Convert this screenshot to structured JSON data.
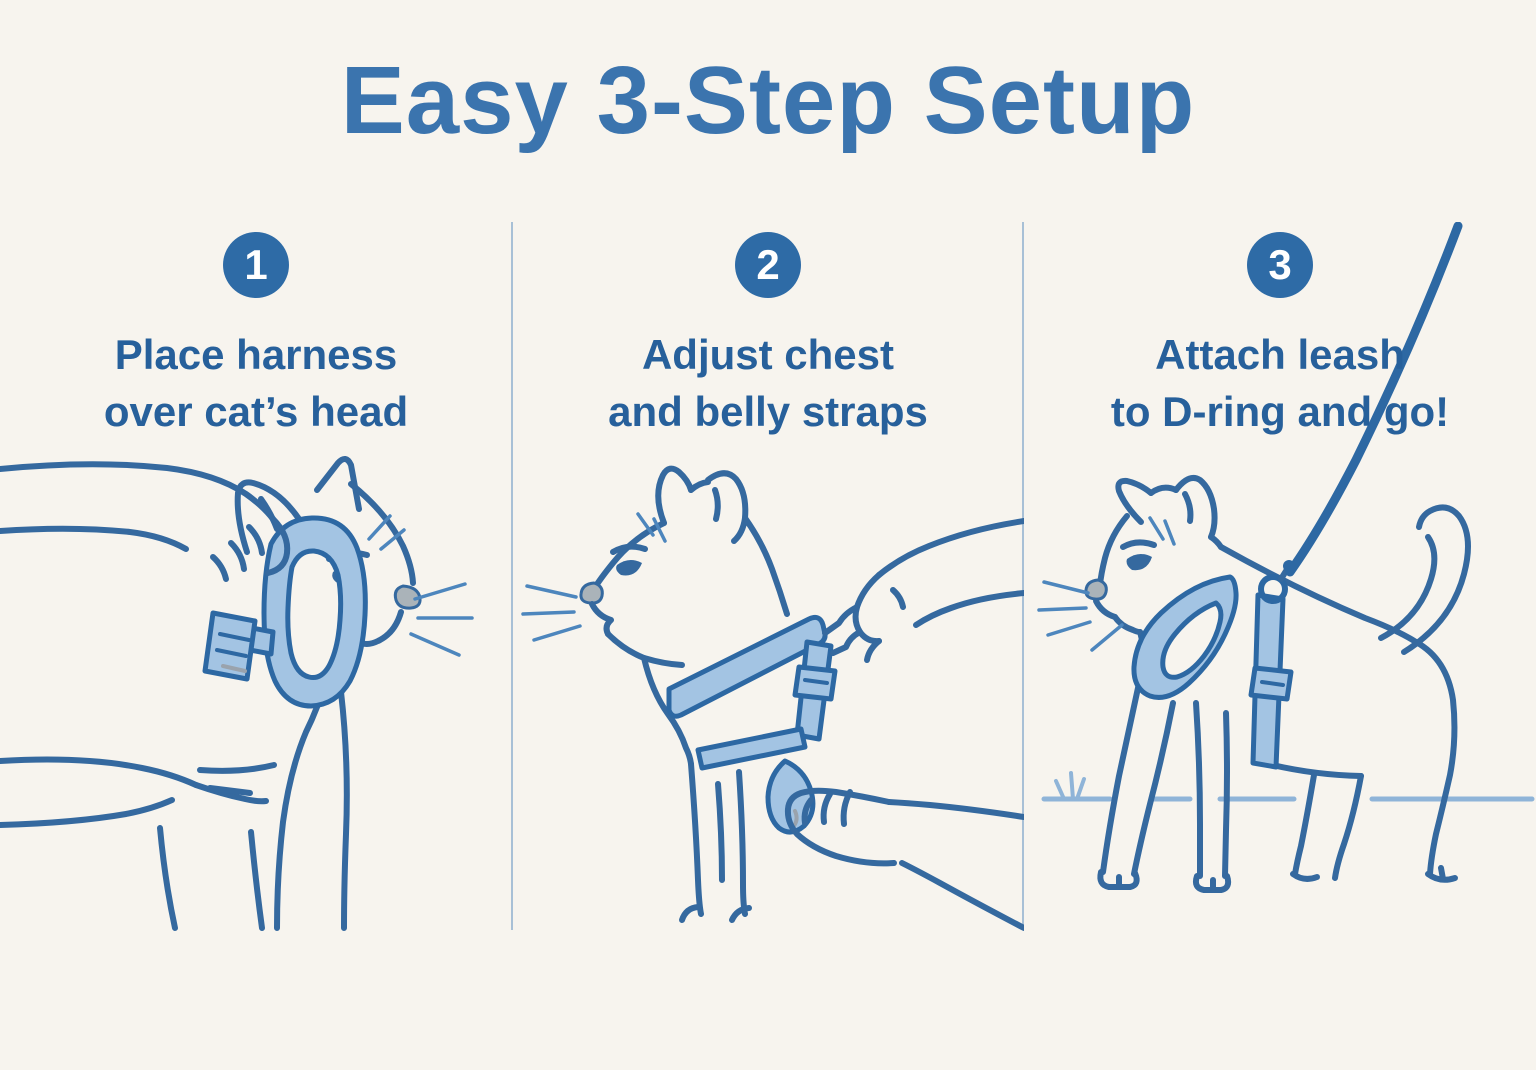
{
  "page": {
    "title": "Easy 3-Step Setup"
  },
  "steps": [
    {
      "number": "1",
      "caption_line1": "Place harness",
      "caption_line2": "over cat’s head",
      "illustration": "hands placing light-blue harness loop over head of cat in right profile"
    },
    {
      "number": "2",
      "caption_line1": "Adjust chest",
      "caption_line2": "and belly straps",
      "illustration": "hands adjusting chest strap buckle and belly strap on harnessed cat in left profile"
    },
    {
      "number": "3",
      "caption_line1": "Attach leash",
      "caption_line2": "to D-ring and go!",
      "illustration": "cat walking on ground wearing harness with leash clipped to D-ring, leash extending to top right"
    }
  ],
  "colors": {
    "background": "#f7f4ee",
    "accent": "#3b74ae",
    "caption": "#27609b",
    "badge": "#2e6ba6",
    "badge_number": "#ffffff",
    "line_art": "#35699f",
    "whisker": "#4d86bd",
    "harness_fill": "#a3c4e3",
    "harness_stroke": "#2d68a3",
    "nose": "#aab3b9",
    "divider": "#a8c0d6",
    "ground": "#8fb4d8",
    "gray_detail": "#9aa3ad"
  }
}
